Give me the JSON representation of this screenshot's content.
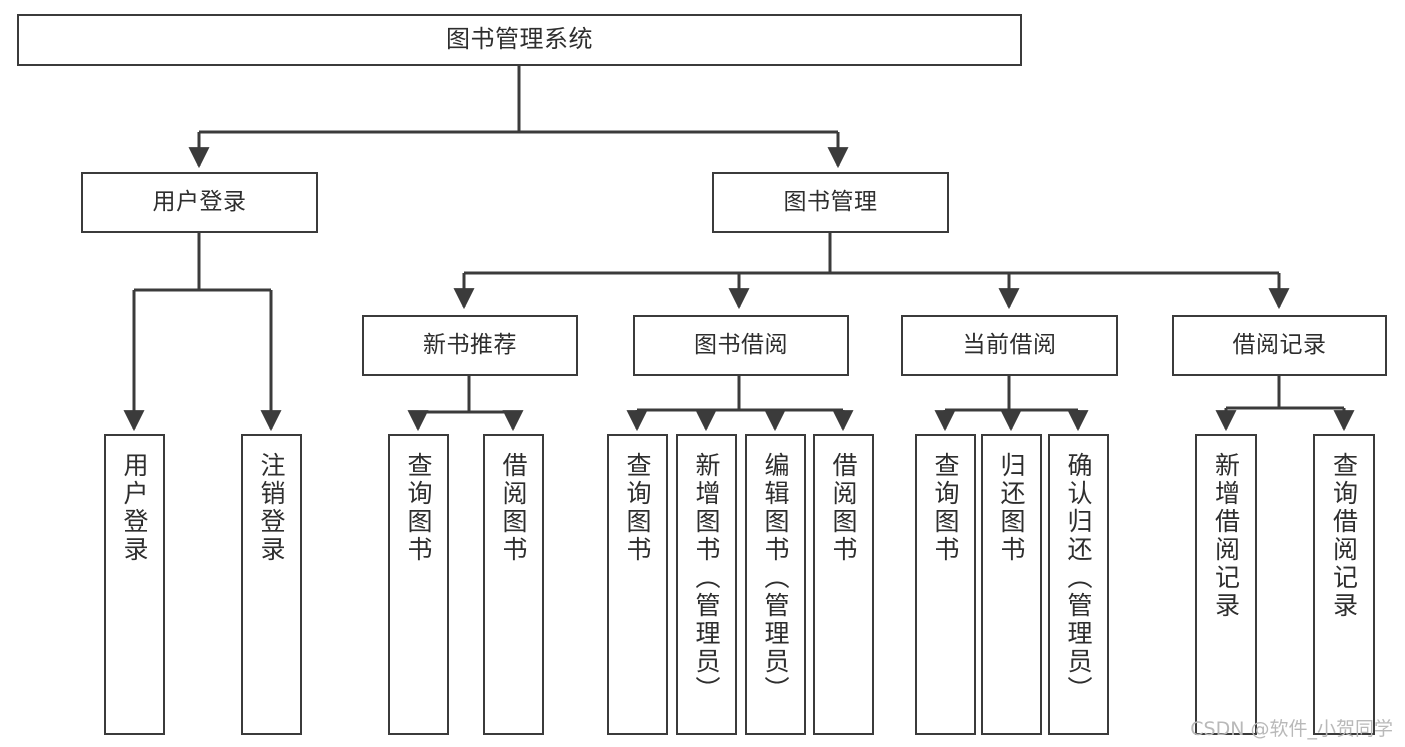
{
  "diagram": {
    "title": "图书管理系统",
    "type": "tree-hierarchy-chart",
    "root": {
      "label": "图书管理系统"
    },
    "level2": [
      {
        "label": "用户登录"
      },
      {
        "label": "图书管理"
      }
    ],
    "level3": [
      {
        "label": "新书推荐"
      },
      {
        "label": "图书借阅"
      },
      {
        "label": "当前借阅"
      },
      {
        "label": "借阅记录"
      }
    ],
    "leaves": {
      "user_login": [
        {
          "label": "用户登录"
        },
        {
          "label": "注销登录"
        }
      ],
      "new_book_recommend": [
        {
          "label": "查询图书"
        },
        {
          "label": "借阅图书"
        }
      ],
      "book_borrow": [
        {
          "label": "查询图书"
        },
        {
          "label": "新增图书（管理员）"
        },
        {
          "label": "编辑图书（管理员）"
        },
        {
          "label": "借阅图书"
        }
      ],
      "current_borrow": [
        {
          "label": "查询图书"
        },
        {
          "label": "归还图书"
        },
        {
          "label": "确认归还（管理员）"
        }
      ],
      "borrow_record": [
        {
          "label": "新增借阅记录"
        },
        {
          "label": "查询借阅记录"
        }
      ]
    }
  },
  "watermark": {
    "text": "CSDN @软件_小贺同学"
  },
  "colors": {
    "stroke": "#3b3b3b",
    "background": "#ffffff",
    "text": "#2e2e2e",
    "watermark": "#b9b9b9"
  }
}
